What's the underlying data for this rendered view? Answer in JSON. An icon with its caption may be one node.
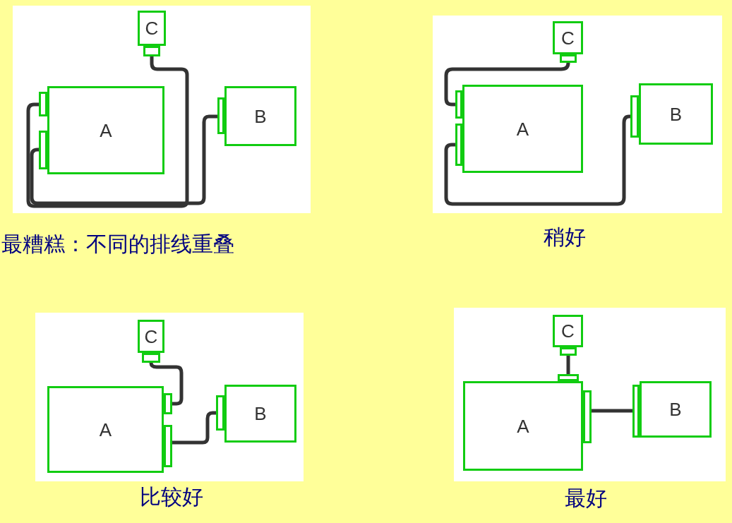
{
  "diagram": {
    "nodes": [
      {
        "text": [
          "A"
        ]
      },
      {
        "text": [
          "B"
        ]
      },
      {
        "text": [
          "C"
        ]
      },
      {
        "text": [
          "A"
        ]
      },
      {
        "text": [
          "B"
        ]
      },
      {
        "text": [
          "C"
        ]
      },
      {
        "text": [
          "A"
        ]
      },
      {
        "text": [
          "B"
        ]
      },
      {
        "text": [
          "C"
        ]
      },
      {
        "text": [
          "A"
        ]
      },
      {
        "text": [
          "B"
        ]
      },
      {
        "text": [
          "C"
        ]
      }
    ],
    "edges": [
      {
        "from": 2,
        "to": 0,
        "arrow": "none"
      },
      {
        "from": 1,
        "to": 0,
        "arrow": "none"
      },
      {
        "from": 5,
        "to": 3,
        "arrow": "none"
      },
      {
        "from": 4,
        "to": 3,
        "arrow": "none"
      },
      {
        "from": 8,
        "to": 6,
        "arrow": "none"
      },
      {
        "from": 7,
        "to": 6,
        "arrow": "none"
      },
      {
        "from": 11,
        "to": 9,
        "arrow": "none"
      },
      {
        "from": 10,
        "to": 9,
        "arrow": "none"
      }
    ],
    "labels": [
      "最糟糕：不同的排线重叠",
      "稍好",
      "比较好",
      "最好"
    ]
  }
}
